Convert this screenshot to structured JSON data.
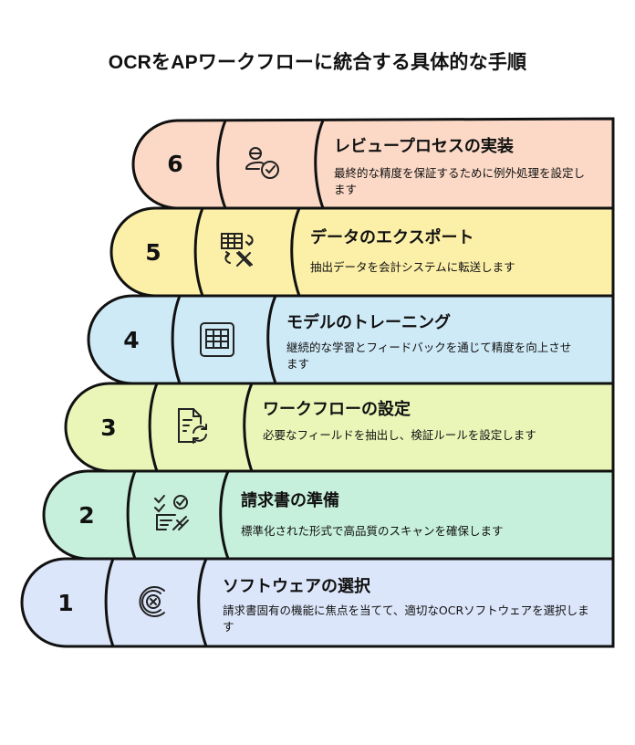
{
  "title": "OCRをAPワークフローに統合する具体的な手順",
  "steps": [
    {
      "number": "6",
      "title": "レビュープロセスの実装",
      "description": "最終的な精度を保証するために例外処理を設定します",
      "color": "#FBD9C6",
      "icon": "user-check-icon"
    },
    {
      "number": "5",
      "title": "データのエクスポート",
      "description": "抽出データを会計システムに転送します",
      "color": "#FCEFA8",
      "icon": "table-export-icon"
    },
    {
      "number": "4",
      "title": "モデルのトレーニング",
      "description": "継続的な学習とフィードバックを通じて精度を向上させます",
      "color": "#CFEAF7",
      "icon": "grid-icon"
    },
    {
      "number": "3",
      "title": "ワークフローの設定",
      "description": "必要なフィールドを抽出し、検証ルールを設定します",
      "color": "#E9F6B8",
      "icon": "document-refresh-icon"
    },
    {
      "number": "2",
      "title": "請求書の準備",
      "description": "標準化された形式で高品質のスキャンを確保します",
      "color": "#C6F0DC",
      "icon": "checklist-icon"
    },
    {
      "number": "1",
      "title": "ソフトウェアの選択",
      "description": "請求書固有の機能に焦点を当てて、適切なOCRソフトウェアを選択します",
      "color": "#DCE6FA",
      "icon": "circle-x-icon"
    }
  ]
}
